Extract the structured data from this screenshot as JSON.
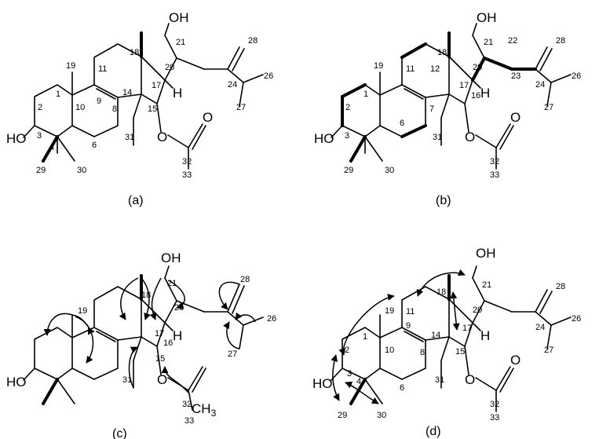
{
  "panels": [
    {
      "caption": "(a)",
      "groups": [
        "OH",
        "HO",
        "O",
        "O",
        "H"
      ],
      "labels": [
        "21",
        "28",
        "18",
        "20",
        "24",
        "26",
        "19",
        "11",
        "17",
        "27",
        "1",
        "9",
        "10",
        "14",
        "2",
        "8",
        "15",
        "3",
        "4",
        "6",
        "31",
        "32",
        "29",
        "30",
        "33"
      ]
    },
    {
      "caption": "(b)",
      "groups": [
        "OH",
        "HO",
        "O",
        "O",
        "H"
      ],
      "labels": [
        "21",
        "22",
        "28",
        "18",
        "20",
        "24",
        "26",
        "23",
        "19",
        "11",
        "12",
        "17",
        "27",
        "1",
        "16",
        "2",
        "7",
        "3",
        "6",
        "31",
        "32",
        "29",
        "30",
        "33"
      ]
    },
    {
      "caption": "(c)",
      "groups": [
        "OH",
        "HO",
        "O",
        "H"
      ],
      "labels": [
        "21",
        "28",
        "18",
        "20",
        "26",
        "19",
        "17",
        "27",
        "16",
        "15",
        "31",
        "32",
        "33"
      ],
      "ch3": "CH",
      "ch3_sub": "3"
    },
    {
      "caption": "(d)",
      "groups": [
        "OH",
        "HO",
        "O",
        "O",
        "H"
      ],
      "labels": [
        "21",
        "28",
        "18",
        "20",
        "24",
        "26",
        "19",
        "11",
        "17",
        "27",
        "1",
        "9",
        "10",
        "14",
        "2",
        "8",
        "15",
        "3",
        "4",
        "6",
        "31",
        "32",
        "29",
        "30",
        "33"
      ]
    }
  ]
}
